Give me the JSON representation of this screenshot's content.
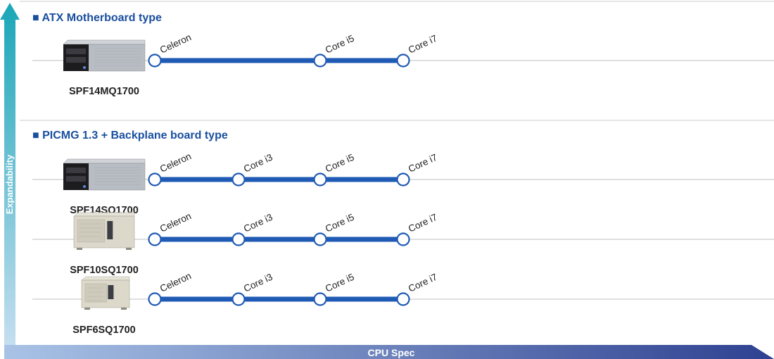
{
  "axes": {
    "x_label": "CPU Spec",
    "y_label": "Expandability"
  },
  "colors": {
    "title": "#1a4fa0",
    "line": "#1f5ab4",
    "divider": "#cccccc",
    "axis_dark": "#2e4191",
    "axis_light": "#a9c3e6",
    "axis_teal_top": "#1aa6b8",
    "axis_vertical_bottom": "#c9e0f1"
  },
  "sections": [
    {
      "title": "■ ATX Motherboard type",
      "products": [
        {
          "model": "SPF14MQ1700",
          "chassis": "4u-dark-grey",
          "cpus": [
            "Celeron",
            "Core i5",
            "Core i7"
          ],
          "cpu_levels": [
            0,
            2,
            3
          ]
        }
      ]
    },
    {
      "title": "■ PICMG 1.3 + Backplane board type",
      "products": [
        {
          "model": "SPF14SQ1700",
          "chassis": "4u-dark-grey",
          "cpus": [
            "Celeron",
            "Core i3",
            "Core i5",
            "Core i7"
          ],
          "cpu_levels": [
            0,
            1,
            2,
            3
          ]
        },
        {
          "model": "SPF10SQ1700",
          "chassis": "tower-beige",
          "cpus": [
            "Celeron",
            "Core i3",
            "Core i5",
            "Core i7"
          ],
          "cpu_levels": [
            0,
            1,
            2,
            3
          ]
        },
        {
          "model": "SPF6SQ1700",
          "chassis": "tower-beige-small",
          "cpus": [
            "Celeron",
            "Core i3",
            "Core i5",
            "Core i7"
          ],
          "cpu_levels": [
            0,
            1,
            2,
            3
          ]
        }
      ]
    }
  ]
}
